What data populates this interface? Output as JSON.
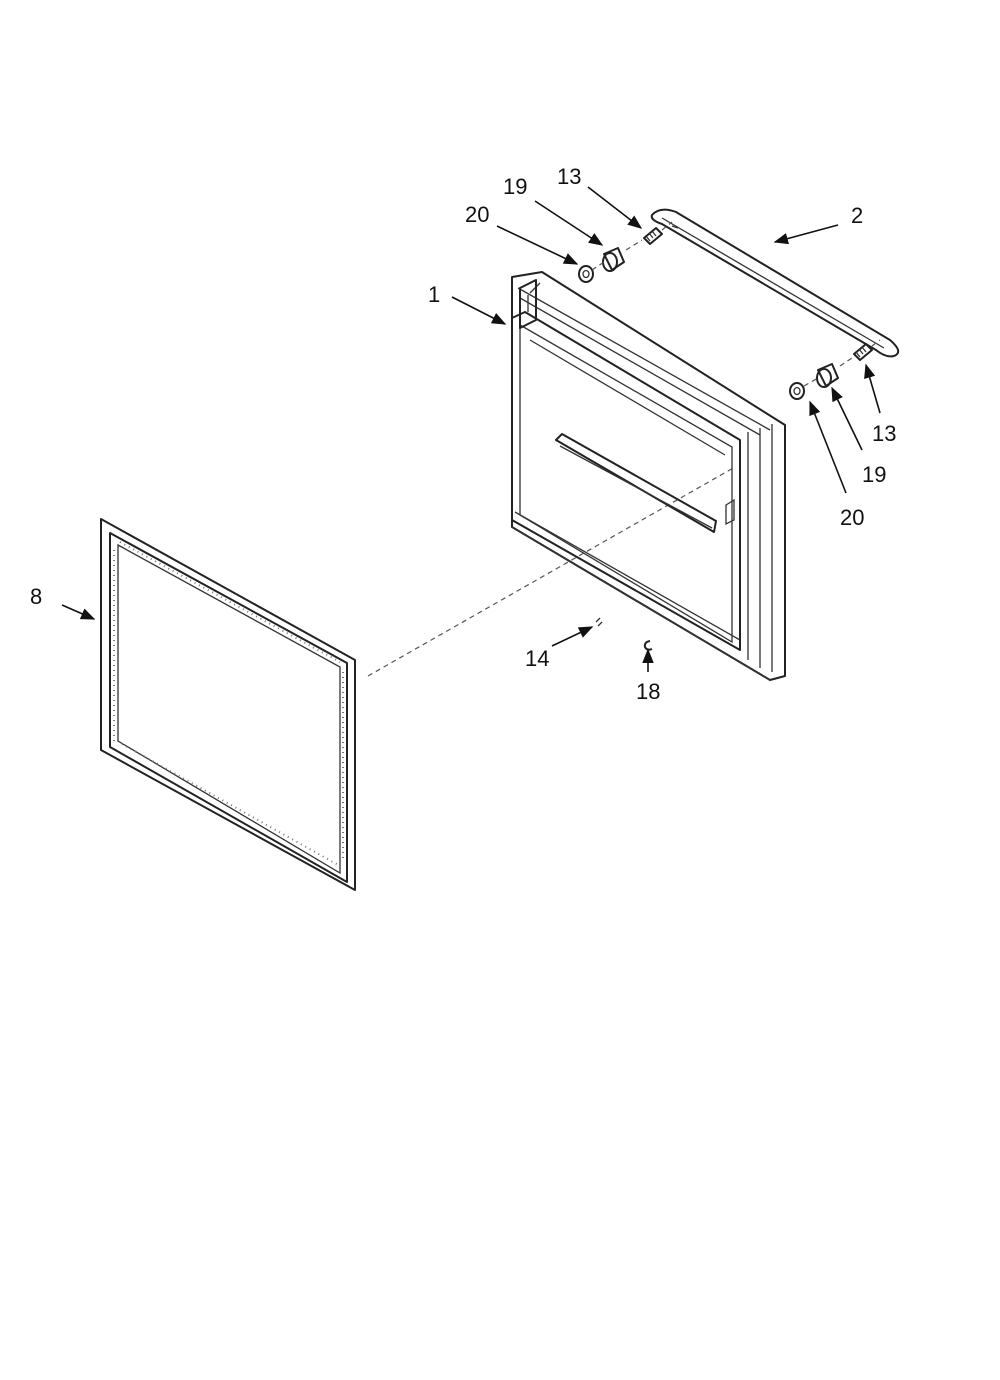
{
  "diagram": {
    "type": "exploded-parts-diagram",
    "callouts": {
      "door_panel": "1",
      "handle": "2",
      "gasket": "8",
      "screw_left": "13",
      "screw_right": "13",
      "spacer_left": "19",
      "spacer_right": "19",
      "washer_left": "20",
      "washer_right": "20",
      "part_14": "14",
      "clip_18": "18"
    }
  }
}
